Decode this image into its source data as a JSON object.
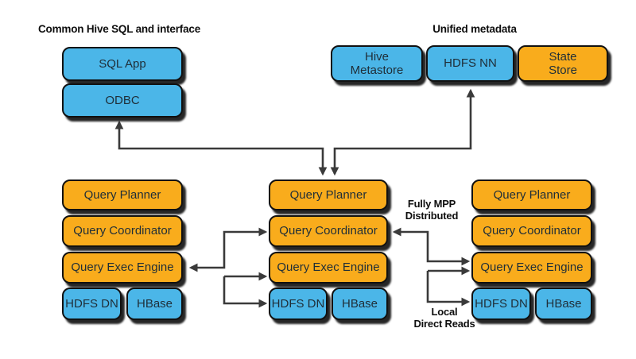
{
  "colors": {
    "blue": "#4BB6E8",
    "orange": "#F9AC1C",
    "line": "#3A3A3A",
    "box_border": "#111111",
    "heading_text": "#0E0E0E",
    "box_text": "#1F2E38",
    "background": "#FFFFFF"
  },
  "headings": {
    "client": "Common Hive SQL and interface",
    "metadata": "Unified metadata"
  },
  "client": {
    "boxes": [
      {
        "label": "SQL App"
      },
      {
        "label": "ODBC"
      }
    ]
  },
  "metadata": {
    "boxes": [
      {
        "label": "Hive Metastore"
      },
      {
        "label": "HDFS NN"
      },
      {
        "label": "State Store"
      }
    ]
  },
  "nodes": {
    "rows": [
      "Query Planner",
      "Query Coordinator",
      "Query Exec Engine"
    ],
    "storage": [
      "HDFS DN",
      "HBase"
    ]
  },
  "annotations": {
    "mpp_line1": "Fully MPP",
    "mpp_line2": "Distributed",
    "local_line1": "Local",
    "local_line2": "Direct Reads"
  }
}
